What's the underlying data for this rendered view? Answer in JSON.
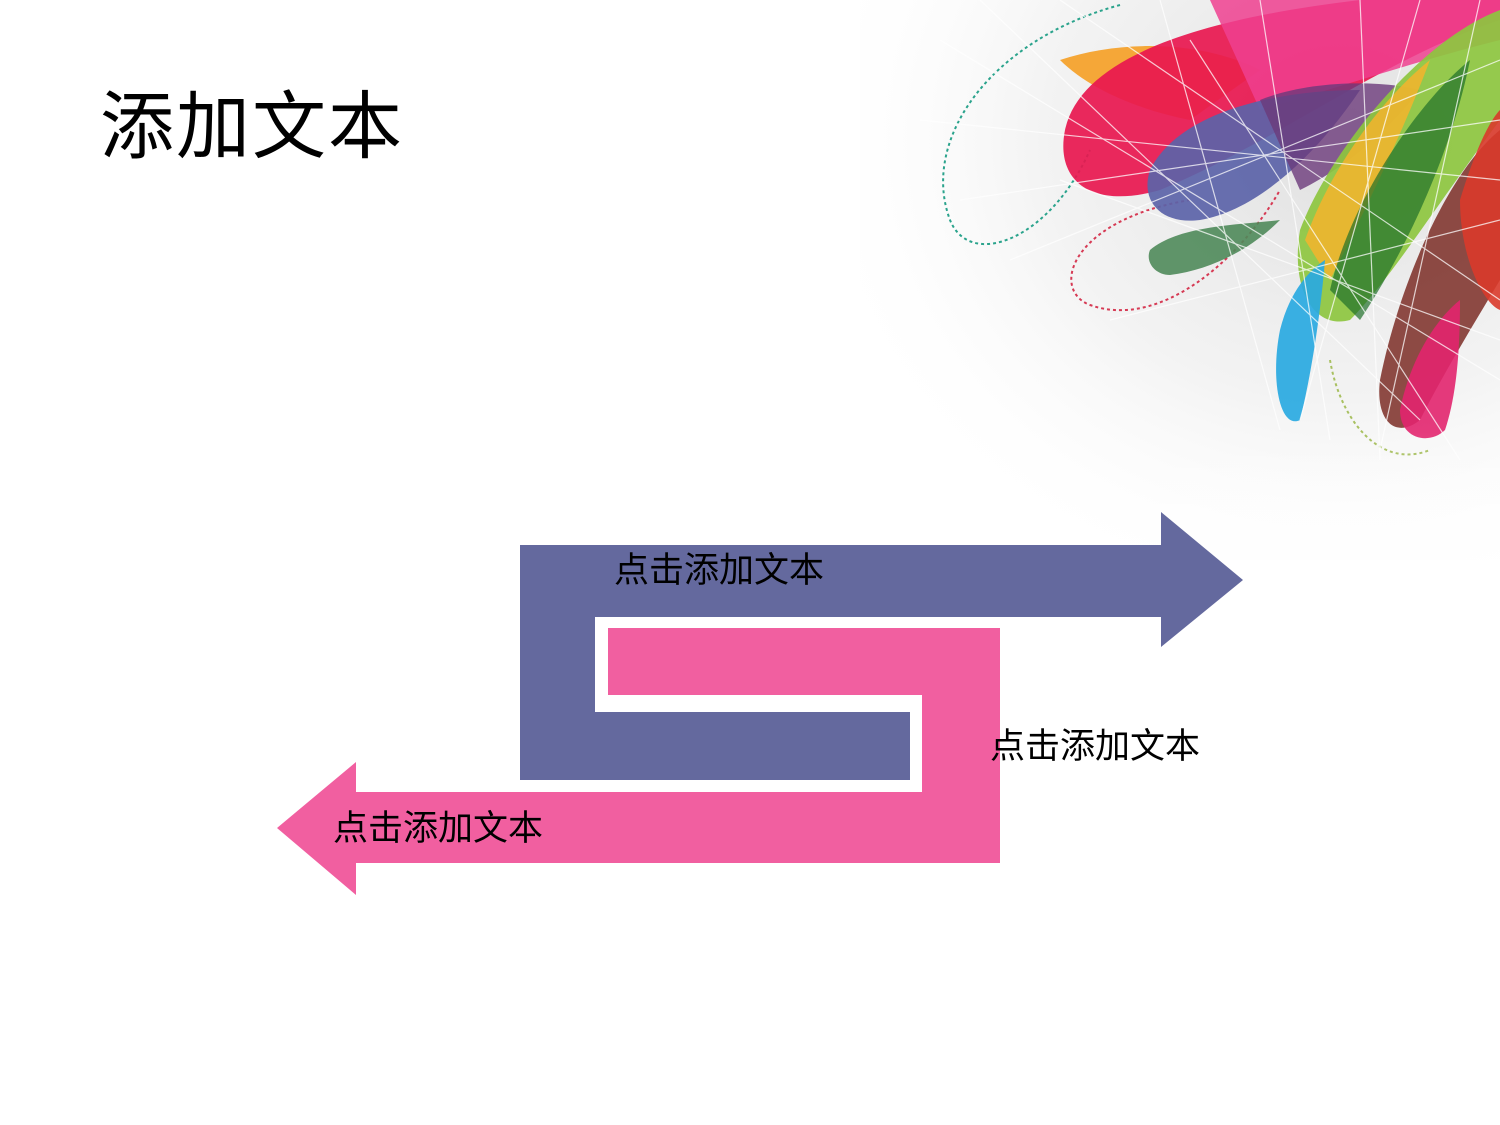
{
  "slide": {
    "title": "添加文本",
    "labels": {
      "top_arrow": "点击添加文本",
      "right_side": "点击添加文本",
      "bottom_arrow": "点击添加文本"
    }
  },
  "colors": {
    "background": "#ffffff",
    "arrow_blue": "#64699e",
    "arrow_pink": "#f15fa0",
    "text": "#000000"
  },
  "decoration": {
    "petal_colors": [
      "#e8174f",
      "#f4a22d",
      "#5b63a8",
      "#2f8a3a",
      "#8dc63f",
      "#29a9e1",
      "#e2256e",
      "#7b2d26",
      "#d93a2b",
      "#6b3a7a"
    ]
  }
}
